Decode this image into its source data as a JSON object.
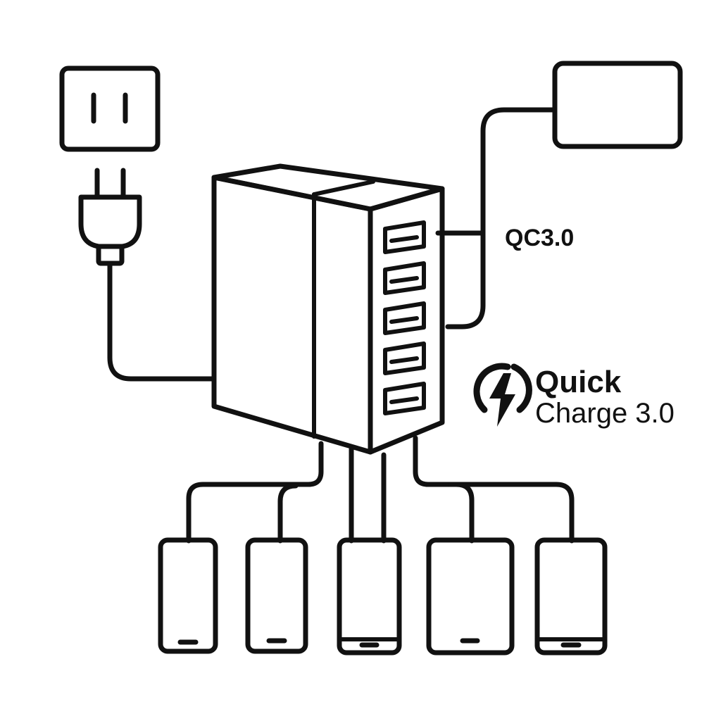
{
  "labels": {
    "port_standard": "QC3.0",
    "logo_line1": "Quick",
    "logo_line2": "Charge 3.0"
  },
  "icons": {
    "wall_outlet": "wall-outlet-icon",
    "power_plug": "power-plug-icon",
    "charger_hub": "usb-charger-hub-icon",
    "laptop_adapter": "power-adapter-icon",
    "quick_charge_logo": "lightning-bolt-icon",
    "devices": [
      "phone-icon",
      "phone-icon",
      "phone-icon",
      "tablet-icon",
      "phone-icon"
    ]
  },
  "colors": {
    "line": "#111111",
    "background": "#ffffff"
  }
}
